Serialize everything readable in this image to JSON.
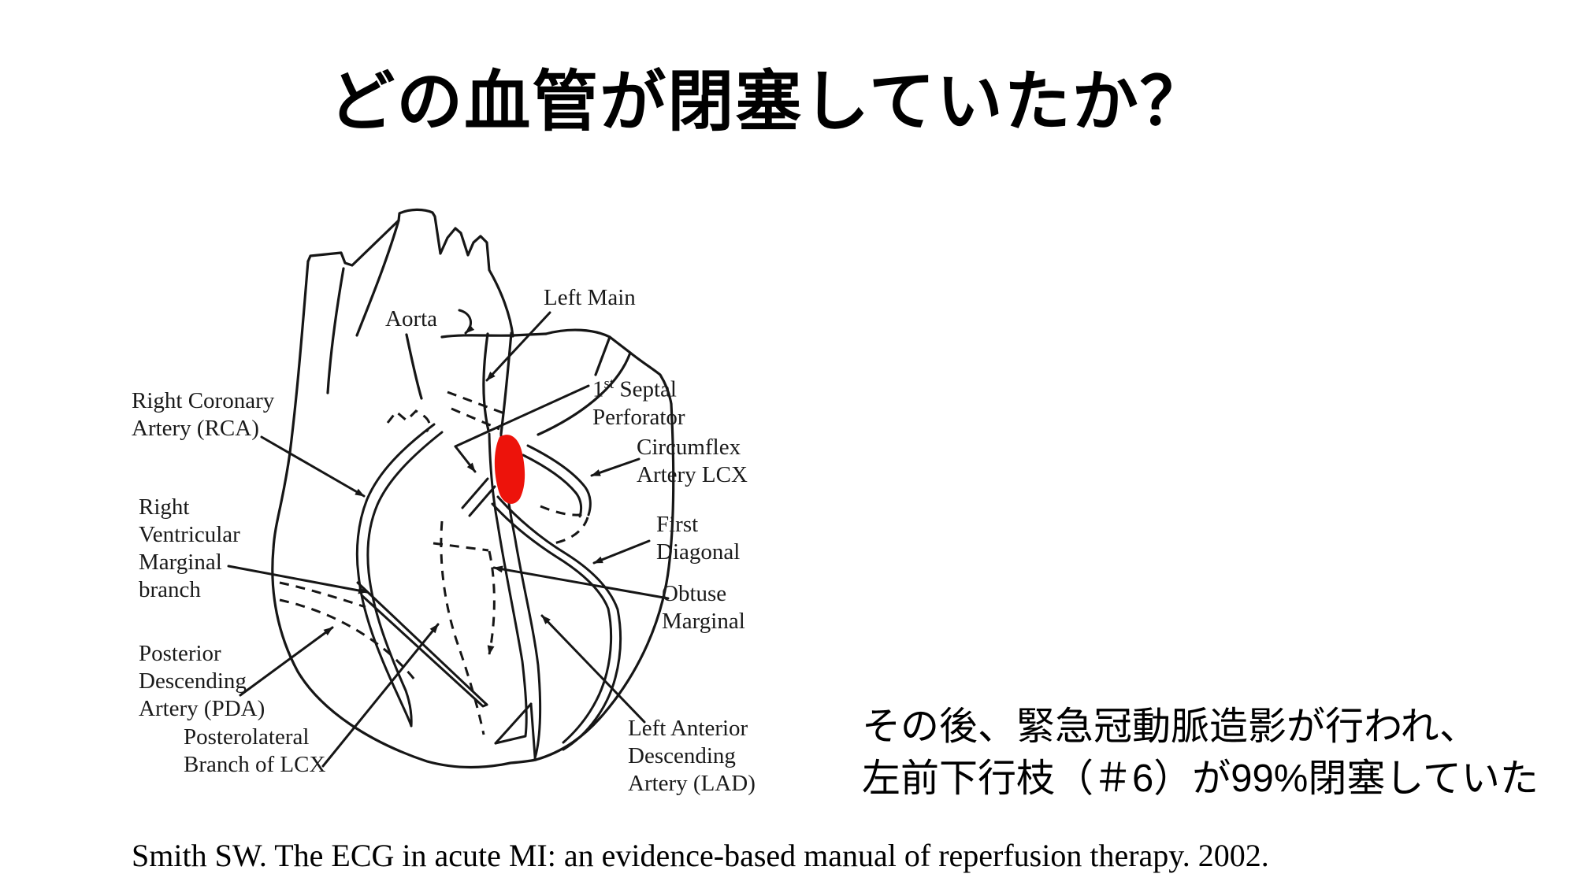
{
  "slide": {
    "title": "どの血管が閉塞していたか？",
    "annotation": {
      "line1": "その後、緊急冠動脈造影が行われ、",
      "line2": "左前下行枝（＃6）が99%閉塞していた"
    },
    "citation": "Smith SW. The ECG in acute MI: an evidence-based manual of reperfusion therapy. 2002."
  },
  "diagram": {
    "highlight_color": "#ed130b",
    "line_color": "#161616",
    "labels": {
      "aorta": "Aorta",
      "left_main": "Left Main",
      "septal_num": "1",
      "septal_sup": "st",
      "septal_tail": " Septal",
      "septal_line2": "Perforator",
      "circumflex_line1": "Circumflex",
      "circumflex_line2": "Artery LCX",
      "first_diagonal_line1": "First",
      "first_diagonal_line2": "Diagonal",
      "obtuse_line1": "Obtuse",
      "obtuse_line2": "Marginal",
      "lad_line1": "Left Anterior",
      "lad_line2": "Descending",
      "lad_line3": "Artery (LAD)",
      "rca_line1": "Right Coronary",
      "rca_line2": "Artery (RCA)",
      "rvm_line1": "Right",
      "rvm_line2": "Ventricular",
      "rvm_line3": "Marginal",
      "rvm_line4": "branch",
      "pda_line1": "Posterior",
      "pda_line2": "Descending",
      "pda_line3": "Artery (PDA)",
      "plb_line1": "Posterolateral",
      "plb_line2": "Branch of LCX"
    }
  }
}
